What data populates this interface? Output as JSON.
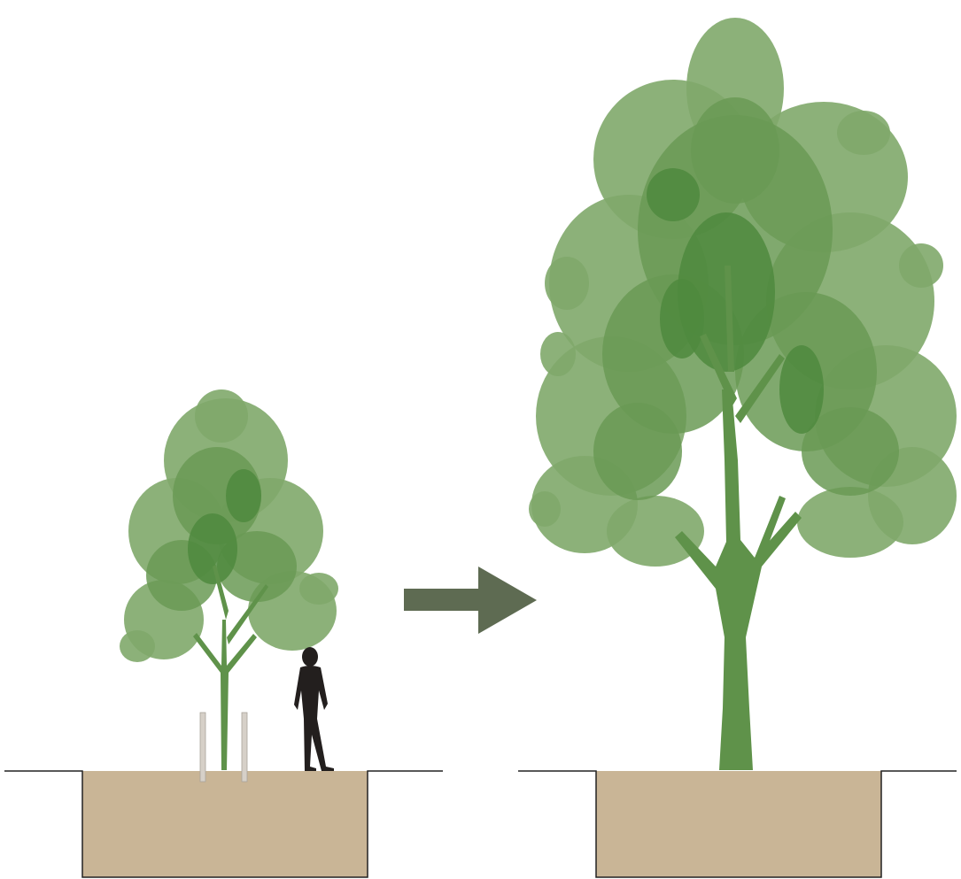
{
  "diagram": {
    "kind": "tree-growth-illustration",
    "stages": [
      {
        "id": "young",
        "elements": [
          "young-tree",
          "stakes",
          "person-silhouette",
          "planting-pit"
        ]
      },
      {
        "id": "mature",
        "elements": [
          "mature-tree",
          "planting-pit"
        ]
      }
    ],
    "connector": "right-arrow-icon"
  },
  "colors": {
    "background": "#ffffff",
    "soil": "#c9b596",
    "ground_line": "#222222",
    "foliage_light": "#7fa86a",
    "foliage_mid": "#6a9a55",
    "foliage_dark": "#4f8a3e",
    "trunk": "#5f924a",
    "stake": "#d6d0c8",
    "person": "#231f1e",
    "arrow": "#5e6b52"
  }
}
